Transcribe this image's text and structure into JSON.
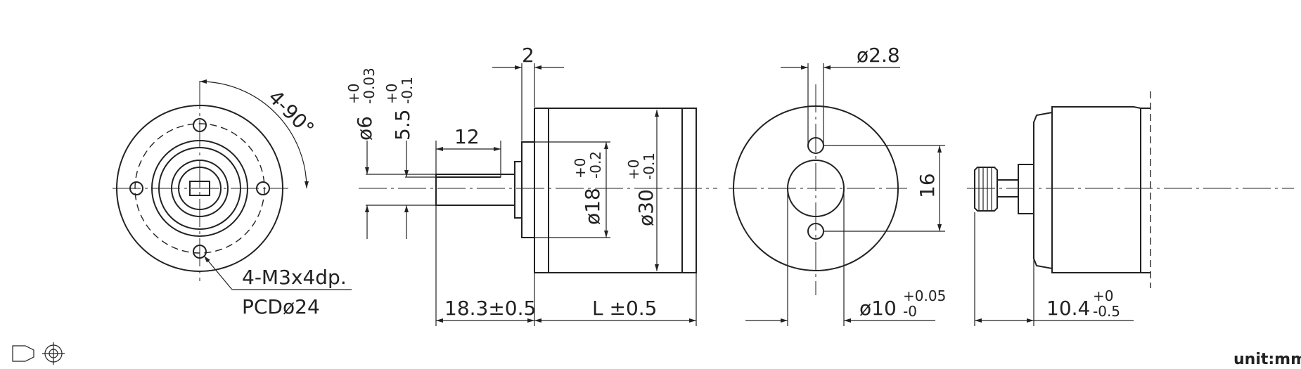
{
  "front_view": {
    "angle_label": "4-90°",
    "thread_label": "4-M3x4dp.",
    "pcd_label": "PCDø24"
  },
  "side_view": {
    "shaft_dia_label": "ø6",
    "shaft_dia_tol_upper": "+0",
    "shaft_dia_tol_lower": "-0.03",
    "flat_label": "5.5",
    "flat_tol_upper": "+0",
    "flat_tol_lower": "-0.1",
    "shaft_len_label": "12",
    "flange_len_label": "2",
    "pilot_dia_label": "ø18",
    "pilot_tol_upper": "+0",
    "pilot_tol_lower": "-0.2",
    "body_dia_label": "ø30",
    "body_tol_upper": "+0",
    "body_tol_lower": "-0.1",
    "shaft_total_label": "18.3±0.5",
    "body_len_label": "L ±0.5"
  },
  "rear_view": {
    "hole_dia_label": "ø2.8",
    "hole_spacing_label": "16",
    "boss_dia_label": "ø10",
    "boss_tol_upper": "+0.05",
    "boss_tol_lower": "-0"
  },
  "gear_view": {
    "gear_len_label": "10.4",
    "gear_tol_upper": "+0",
    "gear_tol_lower": "-0.5"
  },
  "footer": {
    "unit_label": "unit:mm",
    "projection_symbol": "first-angle-projection-icon"
  }
}
